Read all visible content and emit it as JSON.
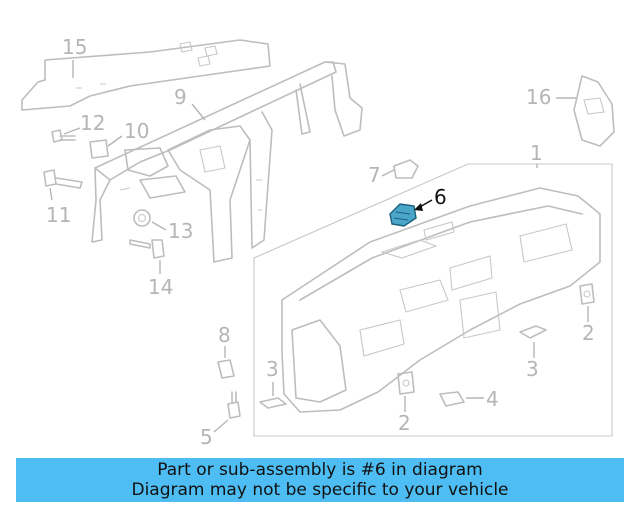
{
  "callouts": {
    "c1": "1",
    "c2a": "2",
    "c2b": "2",
    "c3a": "3",
    "c3b": "3",
    "c4": "4",
    "c5": "5",
    "c6": "6",
    "c7": "7",
    "c8": "8",
    "c9": "9",
    "c10": "10",
    "c11": "11",
    "c12": "12",
    "c13": "13",
    "c14": "14",
    "c15": "15",
    "c16": "16"
  },
  "highlight": {
    "part_number": "6",
    "color": "#4aa6c8"
  },
  "banner": {
    "line1": "Part or sub-assembly is #6 in diagram",
    "line2": "Diagram may not be specific to your vehicle",
    "color": "#4dbdf3"
  }
}
